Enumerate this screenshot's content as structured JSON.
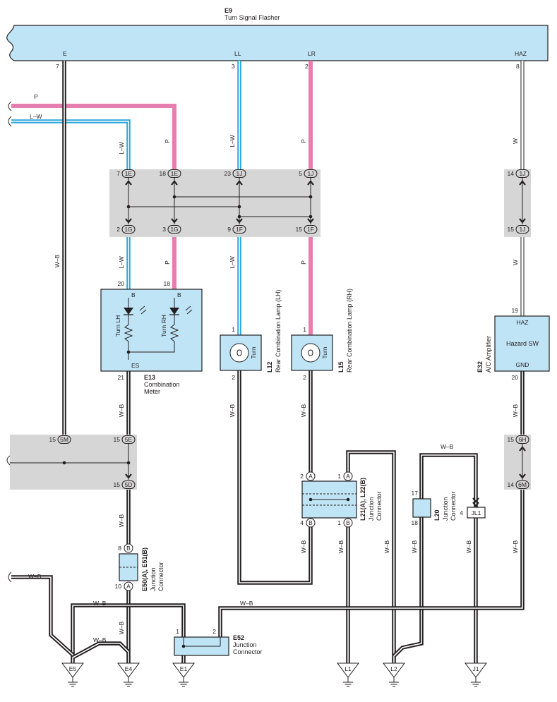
{
  "header": {
    "id": "E9",
    "name": "Turn Signal Flasher"
  },
  "flasher_terminals": {
    "e": "E",
    "ll": "LL",
    "lr": "LR",
    "haz": "HAZ"
  },
  "flasher_pins": {
    "e": "7",
    "ll": "3",
    "lr": "2",
    "haz": "8"
  },
  "wire_colors": {
    "p": "P",
    "lw": "L–W",
    "w": "W",
    "wb": "W–B"
  },
  "junction_block_1": {
    "top": [
      {
        "pin": "7",
        "conn": "1E"
      },
      {
        "pin": "18",
        "conn": "1E"
      },
      {
        "pin": "23",
        "conn": "1J"
      },
      {
        "pin": "5",
        "conn": "1J"
      }
    ],
    "bottom": [
      {
        "pin": "2",
        "conn": "1G"
      },
      {
        "pin": "3",
        "conn": "1G"
      },
      {
        "pin": "9",
        "conn": "1F"
      },
      {
        "pin": "15",
        "conn": "1F"
      }
    ]
  },
  "junction_block_haz": {
    "top": {
      "pin": "14",
      "conn": "1J"
    },
    "bottom": {
      "pin": "15",
      "conn": "1J"
    }
  },
  "combination_meter": {
    "id": "E13",
    "name_line1": "Combination",
    "name_line2": "Meter",
    "pin_left": "20",
    "pin_right": "18",
    "pin_bottom": "21",
    "label_b1": "B",
    "label_b2": "B",
    "label_es": "ES",
    "lamp_lh": "Turn LH",
    "lamp_rh": "Turn RH"
  },
  "rear_lamp_lh": {
    "id": "L12",
    "name": "Rear Combination Lamp (LH)",
    "label": "Turn",
    "pin_top": "1",
    "pin_bottom": "2"
  },
  "rear_lamp_rh": {
    "id": "L15",
    "name": "Rear Combination Lamp (RH)",
    "label": "Turn",
    "pin_top": "1",
    "pin_bottom": "2"
  },
  "ac_amplifier": {
    "id": "E32",
    "name": "A/C Amplifier",
    "label_haz": "HAZ",
    "label_main": "Hazard SW",
    "label_gnd": "GND",
    "pin_top": "19",
    "pin_bottom": "20"
  },
  "junction_block_2": {
    "p5m": {
      "pin": "15",
      "conn": "5M"
    },
    "p5e": {
      "pin": "15",
      "conn": "5E"
    },
    "p5d": {
      "pin": "15",
      "conn": "5D"
    }
  },
  "junction_block_3": {
    "p6h": {
      "pin": "15",
      "conn": "6H"
    },
    "p6m": {
      "pin": "14",
      "conn": "6M"
    }
  },
  "connector_e50": {
    "id": "E50(A), E51(B)",
    "name_line1": "Junction",
    "name_line2": "Connector",
    "pin_top": "8",
    "letter_top": "B",
    "pin_bottom": "10",
    "letter_bottom": "A"
  },
  "connector_l21": {
    "id": "L21(A), L22(B)",
    "name_line1": "Junction",
    "name_line2": "Connector",
    "pins_top": [
      "2",
      "1"
    ],
    "letters_top": [
      "A",
      "A"
    ],
    "pins_bottom": [
      "4",
      "1"
    ],
    "letters_bottom": [
      "B",
      "B"
    ]
  },
  "connector_l20": {
    "id": "L20",
    "name_line1": "Junction",
    "name_line2": "Connector",
    "pin_top": "17",
    "pin_bottom": "18"
  },
  "connector_jl1": {
    "pin": "4",
    "label": "JL1"
  },
  "connector_e52": {
    "id": "E52",
    "name_line1": "Junction",
    "name_line2": "Connector",
    "pin_left": "1",
    "pin_right": "2"
  },
  "grounds": [
    "E5",
    "E4",
    "E1",
    "L1",
    "L2",
    "J1"
  ]
}
